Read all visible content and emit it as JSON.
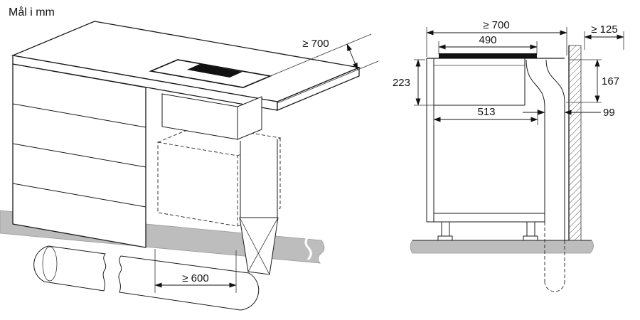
{
  "title": "Mål i mm",
  "isometric_view": {
    "dim_worktop_depth": "≥ 700",
    "dim_duct_run": "≥ 600"
  },
  "section_view": {
    "dim_overall_depth": "≥ 700",
    "dim_vent_width": "490",
    "dim_side_clearance": "≥ 125",
    "dim_unit_depth": "223",
    "dim_duct_drop": "167",
    "dim_inner_width": "513",
    "dim_duct_channel": "99"
  },
  "colors": {
    "line": "#1a1a1a",
    "floor_gray": "#bdbdbd",
    "hob_black": "#111111"
  }
}
